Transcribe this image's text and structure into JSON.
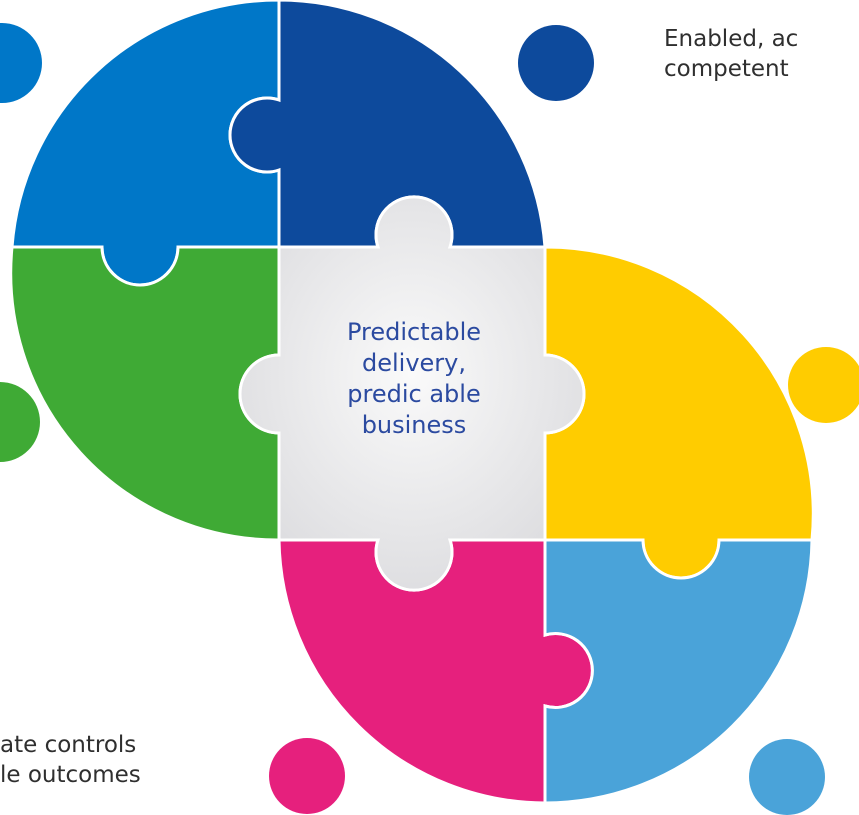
{
  "diagram": {
    "type": "puzzle-cycle",
    "center": {
      "lines": [
        "Predictable",
        "delivery,",
        "predic able",
        "business"
      ]
    },
    "captions": {
      "top_right": [
        "Enabled, ac",
        "competent"
      ],
      "bottom_left": [
        "ate controls",
        "le outcomes"
      ]
    },
    "colors": {
      "dark_blue": "#0d4a9c",
      "blue": "#0077c8",
      "green": "#3faa35",
      "yellow": "#ffcc00",
      "light_blue": "#4aa3d9",
      "magenta": "#e6207d",
      "center": "#e9e9ec"
    }
  }
}
